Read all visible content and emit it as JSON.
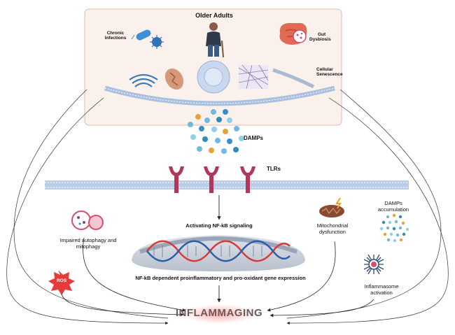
{
  "top_box": {
    "title": "Older Adults",
    "chronic_infections": [
      "Chronic",
      "Infections"
    ],
    "gut_dysbiosis": [
      "Gut",
      "Dysbiosis"
    ],
    "cellular_senescence": [
      "Cellular",
      "Senescence"
    ]
  },
  "damps_label": "DAMPs",
  "tlrs_label": "TLRs",
  "activating_label": "Activating NF-kB signaling",
  "gene_expression_label": "NF-kB dependent proinflammatory and pro-oxidant gene expression",
  "impaired_autophagy": [
    "Impaired autophagy and",
    "mitophagy"
  ],
  "ros_label": "ROS",
  "mitochondrial": [
    "Mitochondrial",
    "dysfunction"
  ],
  "damps_accumulation": [
    "DAMPs",
    "accumulation"
  ],
  "inflammasome": [
    "Inflammasome",
    "activation"
  ],
  "inflammaging": "INFLAMMAGING",
  "colors": {
    "box_fill": "#fbf1ec",
    "box_border": "#e6b8a8",
    "damp_blue": "#6fb9e0",
    "damp_orange": "#e9a23b",
    "receptor": "#b2365a",
    "membrane": "#a9c1de",
    "dna_red": "#d63a3a",
    "dna_blue": "#2d5ea8",
    "ros_red": "#e53b3b",
    "inflammaging_text": "#6b5a5a"
  },
  "icons": {
    "person": "older-adult-icon",
    "bacteria": "bacteria-virus-icon",
    "gut": "gut-icon",
    "organelles": [
      "golgi-icon",
      "mitochondrion-icon",
      "nucleus-icon",
      "fibers-icon",
      "senescent-membrane-icon"
    ],
    "autophagy": "autophagosome-icon",
    "mitochondrion": "damaged-mitochondrion-icon",
    "inflammasome": "inflammasome-icon"
  }
}
